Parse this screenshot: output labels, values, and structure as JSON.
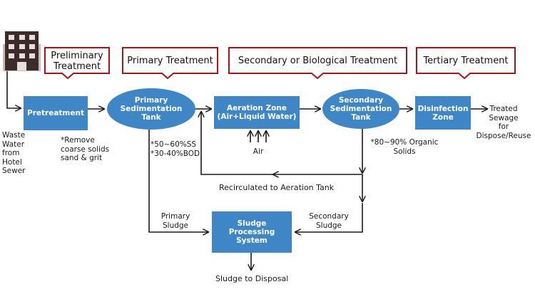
{
  "colors": {
    "node_fill": "#3f86c7",
    "callout_border": "#a3171c",
    "line": "#1a1a1a",
    "building": "#3b2b2b"
  },
  "icons": {
    "building": "hotel-building-icon"
  },
  "callouts": {
    "preliminary": "Preliminary\nTreatment",
    "primary": "Primary Treatment",
    "secondary": "Secondary or Biological Treatment",
    "tertiary": "Tertiary Treatment"
  },
  "nodes": {
    "pretreatment": "Pretreatment",
    "primary_sedimentation": "Primary\nSedimentation\nTank",
    "aeration_zone": "Aeration Zone\n(Air+Liquid Water)",
    "secondary_sedimentation": "Secondary\nSedimentation\nTank",
    "disinfection_zone": "Disinfection\nZone",
    "sludge_processing": "Sludge\nProcessing\nSystem"
  },
  "labels": {
    "source": "Waste\nWater\nfrom\nHotel\nSewer",
    "pretreatment_note": "*Remove\ncoarse solids\nsand & grit",
    "primary_note": "*50~60%SS\n*30-40%BOD",
    "air": "Air",
    "secondary_note": "*80~90% Organic\nSolids",
    "treated_output": "Treated\nSewage\nfor\nDispose/Reuse",
    "recirculated": "Recirculated to Aeration Tank",
    "primary_sludge": "Primary\nSludge",
    "secondary_sludge": "Secondary\nSludge",
    "sludge_disposal": "Sludge to Disposal"
  }
}
